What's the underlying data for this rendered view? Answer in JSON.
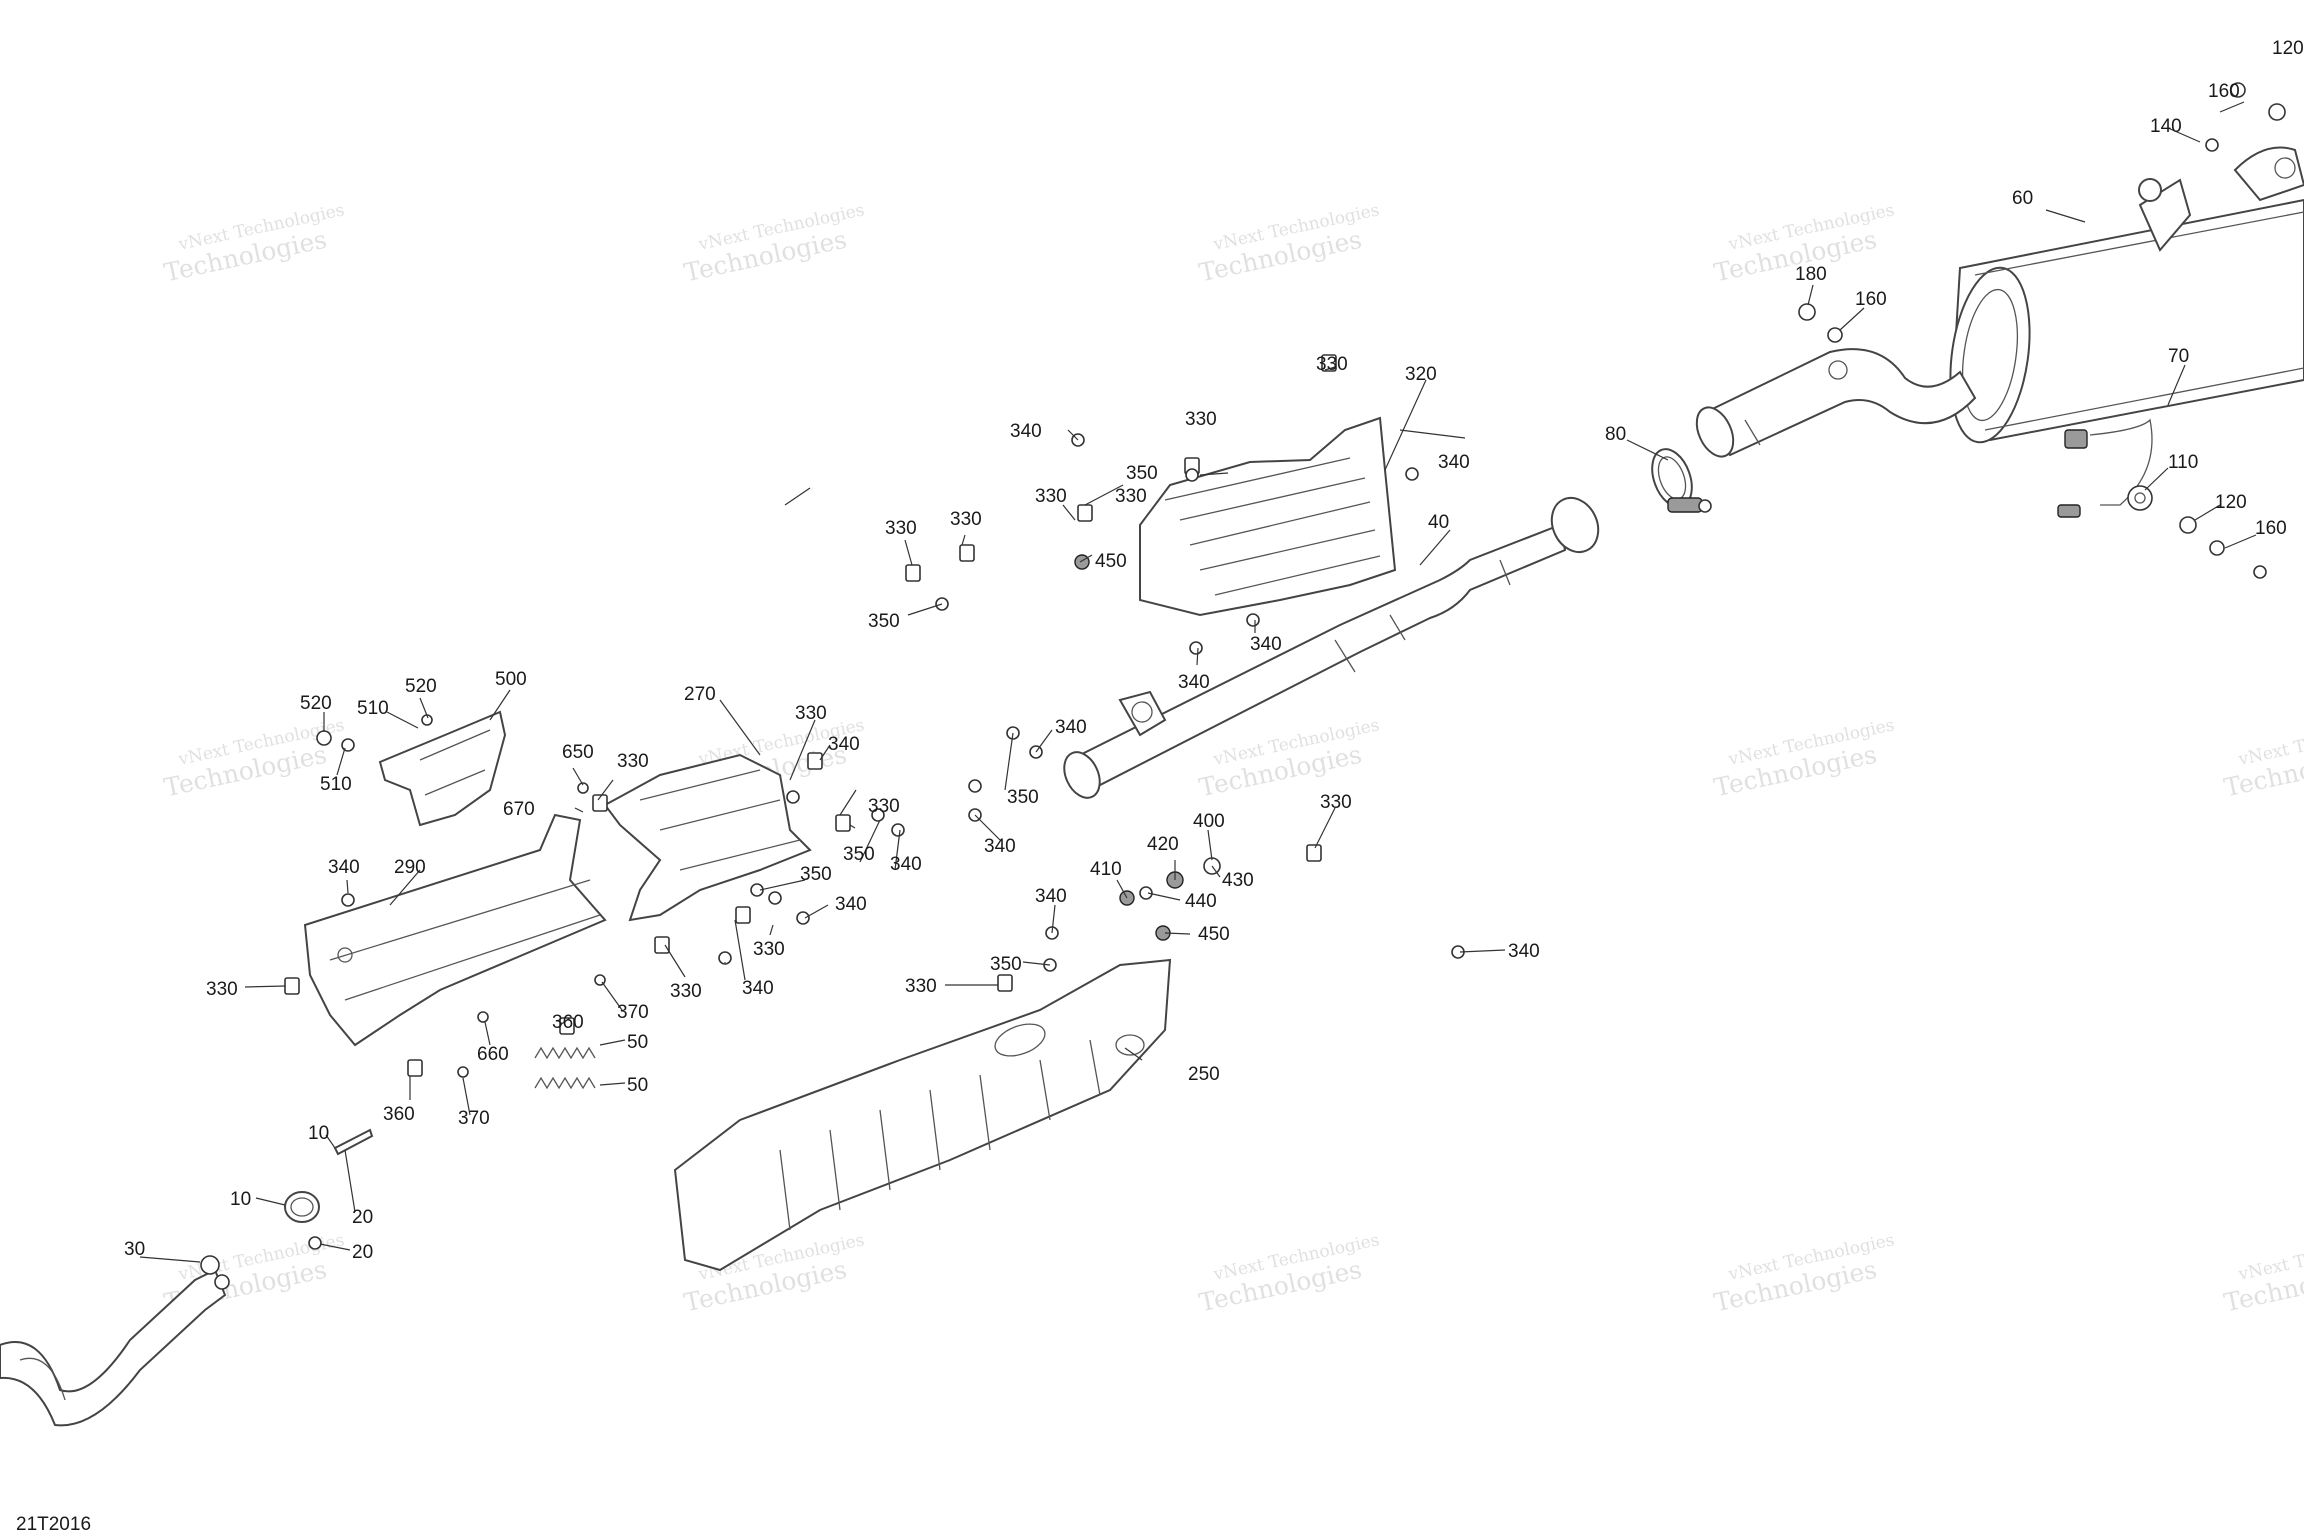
{
  "document_id": "21T2016",
  "watermark": {
    "line1": "vNext Technologies",
    "line2": "Technologies"
  },
  "callouts": [
    "10",
    "20",
    "30",
    "40",
    "50",
    "60",
    "70",
    "80",
    "110",
    "120",
    "140",
    "160",
    "180",
    "250",
    "270",
    "290",
    "320",
    "330",
    "340",
    "350",
    "360",
    "370",
    "400",
    "410",
    "420",
    "430",
    "440",
    "450",
    "500",
    "510",
    "520",
    "650",
    "660",
    "670"
  ],
  "labels": {
    "c10": "10",
    "c20": "20",
    "c30": "30",
    "c40": "40",
    "c50": "50",
    "c60": "60",
    "c70": "70",
    "c80": "80",
    "c110": "110",
    "c120": "120",
    "c140": "140",
    "c160": "160",
    "c180": "180",
    "c250": "250",
    "c270": "270",
    "c290": "290",
    "c320": "320",
    "c330": "330",
    "c340": "340",
    "c350": "350",
    "c360": "360",
    "c370": "370",
    "c400": "400",
    "c410": "410",
    "c420": "420",
    "c430": "430",
    "c440": "440",
    "c450": "450",
    "c500": "500",
    "c510": "510",
    "c520": "520",
    "c650": "650",
    "c660": "660",
    "c670": "670"
  }
}
